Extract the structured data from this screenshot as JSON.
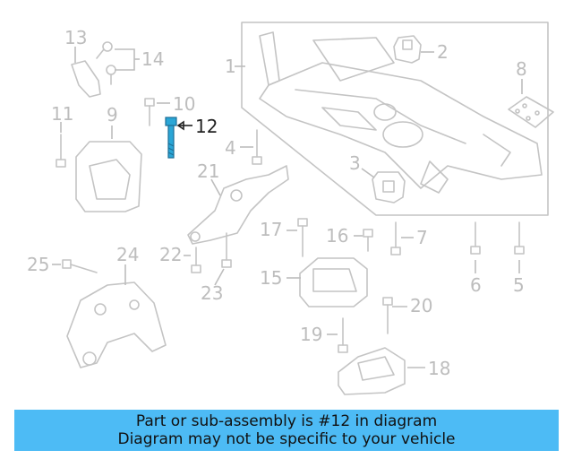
{
  "callouts": {
    "c1": "1",
    "c2": "2",
    "c3": "3",
    "c4": "4",
    "c5": "5",
    "c6": "6",
    "c7": "7",
    "c8": "8",
    "c9": "9",
    "c10": "10",
    "c11": "11",
    "c12": "12",
    "c13": "13",
    "c14": "14",
    "c15": "15",
    "c16": "16",
    "c17": "17",
    "c18": "18",
    "c19": "19",
    "c20": "20",
    "c21": "21",
    "c22": "22",
    "c23": "23",
    "c24": "24",
    "c25": "25"
  },
  "highlight": {
    "part": "12",
    "color": "#2aa6d6"
  },
  "banner": {
    "line1": "Part or sub-assembly is #12 in diagram",
    "line2": "Diagram may not be specific to your vehicle",
    "background": "#4dbbf5"
  }
}
